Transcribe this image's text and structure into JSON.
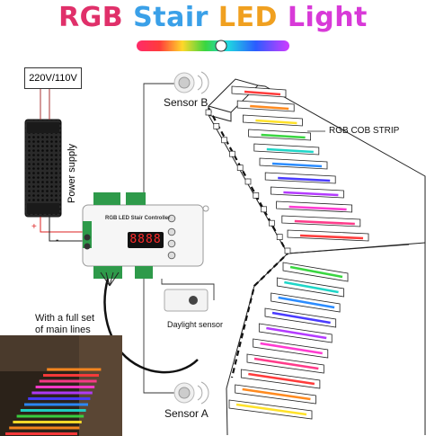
{
  "title": {
    "parts": [
      {
        "text": "RGB",
        "color": "#e0306a"
      },
      {
        "text": "Stair",
        "color": "#3aa0e8"
      },
      {
        "text": "LED",
        "color": "#f0a020"
      },
      {
        "text": "Light",
        "color": "#d83ad8"
      }
    ]
  },
  "labels": {
    "voltage": "220V/110V",
    "power_supply": "Power supply",
    "sensor_b": "Sensor B",
    "sensor_a": "Sensor A",
    "rgb_strip": "RGB COB STRIP",
    "controller_title": "RGB LED Stair Controller",
    "display_value": "8888",
    "daylight_sensor": "Daylight sensor",
    "main_lines_line1": "With a full set",
    "main_lines_line2": "of main lines",
    "plus": "+",
    "minus": "-"
  },
  "colors": {
    "rainbow_steps": [
      "#ff3b3b",
      "#ff8a1f",
      "#ffe22a",
      "#39d640",
      "#1fd6c8",
      "#2b8cff",
      "#4a3bff",
      "#b43bff",
      "#ff3bd1",
      "#ff3b8a"
    ]
  }
}
